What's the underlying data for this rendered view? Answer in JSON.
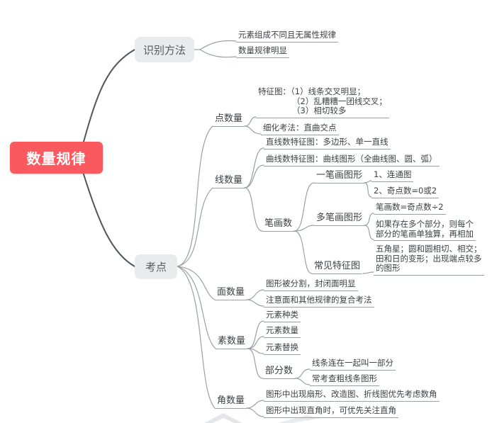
{
  "colors": {
    "root_bg": "#fa5a5f",
    "node_bg": "#e8eced",
    "branch_line": "#9aa0a6",
    "trunk_line": "#4e565e",
    "text": "#3d4144"
  },
  "map": {
    "root": "数量规律",
    "method": {
      "label": "识别方法",
      "items": [
        "元素组成不同且无属性规律",
        "数量规律明显"
      ]
    },
    "exam": {
      "label": "考点",
      "dot": {
        "label": "点数量",
        "feature_lines": [
          "特征图：（1）线条交叉明显；",
          "（2）乱糟糟一团线交叉；",
          "（3）相切较多"
        ],
        "refined": "细化考法：直曲交点"
      },
      "line": {
        "label": "线数量",
        "straight": "直线数特征图：多边形、单一直线",
        "curve": "曲线数特征图：曲线图形（全曲线图、圆、弧）",
        "stroke": {
          "label": "笔画数",
          "one": {
            "label": "一笔画图形",
            "items": [
              "1、连通图",
              "2、奇点数=0或2"
            ]
          },
          "multi": {
            "label": "多笔画图形",
            "formula": "笔画数=奇点数÷2",
            "note_lines": [
              "如果存在多个部分，则每个",
              "部分的笔画单独算，再相加"
            ]
          },
          "common": {
            "label": "常见特征图",
            "desc_lines": [
              "五角星；圆和圆相切、相交；",
              "田和日的变形；出现端点较多",
              "的图形"
            ]
          }
        }
      },
      "face": {
        "label": "面数量",
        "items": [
          "图形被分割，封闭面明显",
          "注意面和其他规律的复合考法"
        ]
      },
      "element": {
        "label": "素数量",
        "items": [
          "元素种类",
          "元素数量",
          "元素替换"
        ],
        "part": {
          "label": "部分数",
          "items": [
            "线条连在一起叫一部分",
            "常考查粗线条图形"
          ]
        }
      },
      "angle": {
        "label": "角数量",
        "items": [
          "图形中出现扇形、改造图、折线图优先考虑数角",
          "图形中出现直角时，可优先关注直角"
        ]
      }
    }
  }
}
